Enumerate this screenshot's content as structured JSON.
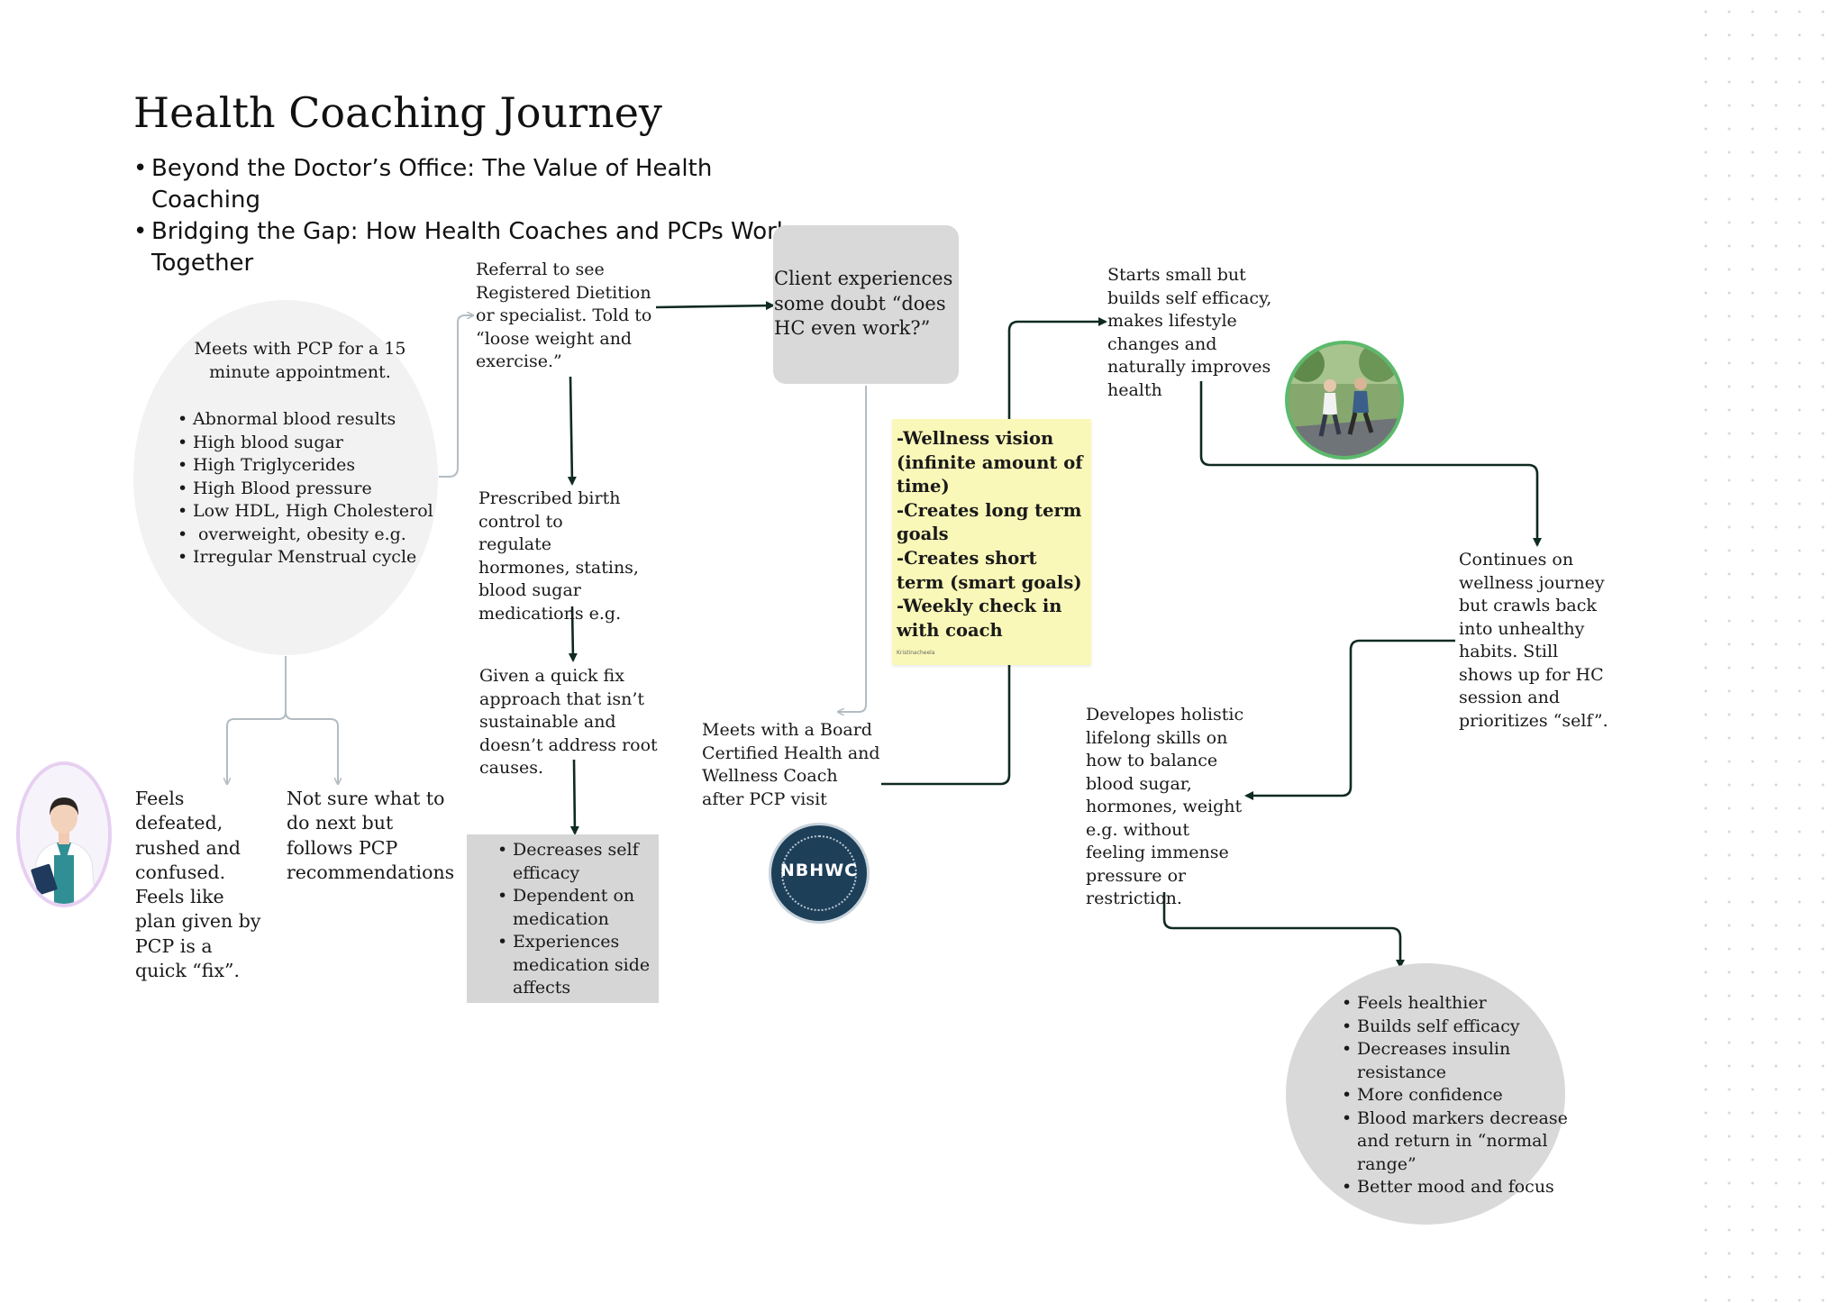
{
  "title": "Health Coaching Journey",
  "subtitles": [
    "Beyond the Doctor’s Office: The Value of Health Coaching",
    "Bridging the Gap: How Health Coaches and PCPs Work Together"
  ],
  "pcp_oval": {
    "heading": "Meets with PCP for a 15 minute appointment.",
    "items": [
      "Abnormal blood results",
      "High blood sugar",
      "High Triglycerides",
      "High Blood pressure",
      "Low HDL, High Cholesterol",
      " overweight, obesity e.g.",
      "Irregular Menstrual cycle"
    ]
  },
  "feels_defeated": "Feels defeated, rushed and confused. Feels like plan given by PCP is a quick “fix”.",
  "not_sure": "Not sure what to do next but follows PCP recommendations",
  "referral": "Referral to see Registered Dietition or specialist. Told to “loose weight and exercise.”",
  "prescribed": "Prescribed birth control to regulate hormones, statins, blood sugar medications e.g.",
  "quick_fix": "Given a quick fix approach that isn’t sustainable and doesn’t address root causes.",
  "outcomes_box": {
    "items": [
      "Decreases self efficacy",
      "Dependent on medication",
      "Experiences medication side affects"
    ]
  },
  "doubt": "Client experiences some doubt “does HC even work?”",
  "meets_coach": "Meets with a Board Certified Health and Wellness Coach after PCP visit",
  "badge_text": "NBHWC",
  "sticky_note": {
    "lines": [
      "-Wellness vision (infinite amount of time)",
      "-Creates long term goals",
      "-Creates short term (smart goals)",
      "-Weekly check in with coach"
    ],
    "signature": "Kristinacheela"
  },
  "starts_small": "Starts small but builds self efficacy, makes lifestyle changes and naturally improves health",
  "continues": "Continues on wellness journey but crawls back into unhealthy habits. Still shows up for HC session and prioritizes “self”.",
  "develops": "Developes holistic lifelong skills on how to balance blood sugar, hormones, weight e.g. without feeling immense pressure or restriction.",
  "final_oval": {
    "items": [
      "Feels healthier",
      "Builds self efficacy",
      "Decreases insulin resistance",
      "More confidence",
      "Blood markers decrease and return in “normal range”",
      "Better mood and focus"
    ]
  },
  "colors": {
    "dark_arrow": "#0f2a22",
    "light_connector": "#b3bcc2",
    "sticky_bg": "#faf8b8",
    "badge_bg": "#1d3f58",
    "runner_ring": "#5cb96b",
    "doctor_ring": "#e7cff2",
    "oval_light": "#f2f2f2",
    "box_gray": "#d6d6d6"
  },
  "icons": [
    "doctor-avatar-icon",
    "nbhwc-badge-icon",
    "runners-photo-icon"
  ]
}
